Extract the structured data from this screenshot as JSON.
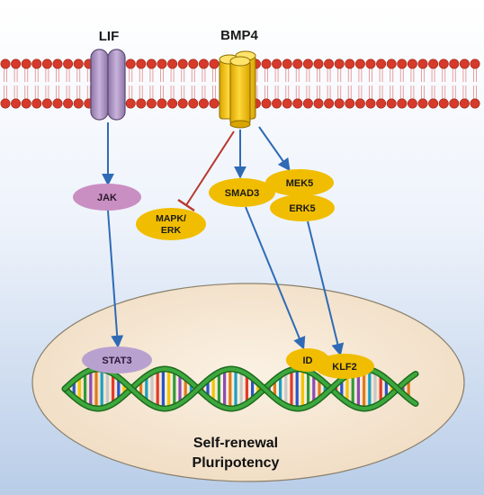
{
  "labels": {
    "lif": "LIF",
    "bmp4": "BMP4",
    "jak": "JAK",
    "smad3": "SMAD3",
    "mek5": "MEK5",
    "erk5": "ERK5",
    "mapk_line1": "MAPK/",
    "mapk_line2": "ERK",
    "stat3": "STAT3",
    "id": "ID",
    "klf2": "KLF2",
    "outcome_line1": "Self-renewal",
    "outcome_line2": "Pluripotency"
  },
  "colors": {
    "membrane_head": "#d63a2a",
    "membrane_tail": "#e6a0a0",
    "lif_receptor": "#b59ac9",
    "bmp4_receptor": "#f2c400",
    "node_gold": "#f0bd00",
    "node_purple": "#b9a1cf",
    "jak_fill": "#c98fc2",
    "arrow_blue": "#2f6bb5",
    "inhibit_red": "#b73a2e",
    "nucleus_fill": "#f7ead6",
    "dna_backbone": "#2a8a2a"
  },
  "icons": {
    "lif_receptor": "lif-receptor-icon",
    "bmp4_receptor": "bmp4-receptor-icon",
    "dna": "dna-helix-icon"
  }
}
